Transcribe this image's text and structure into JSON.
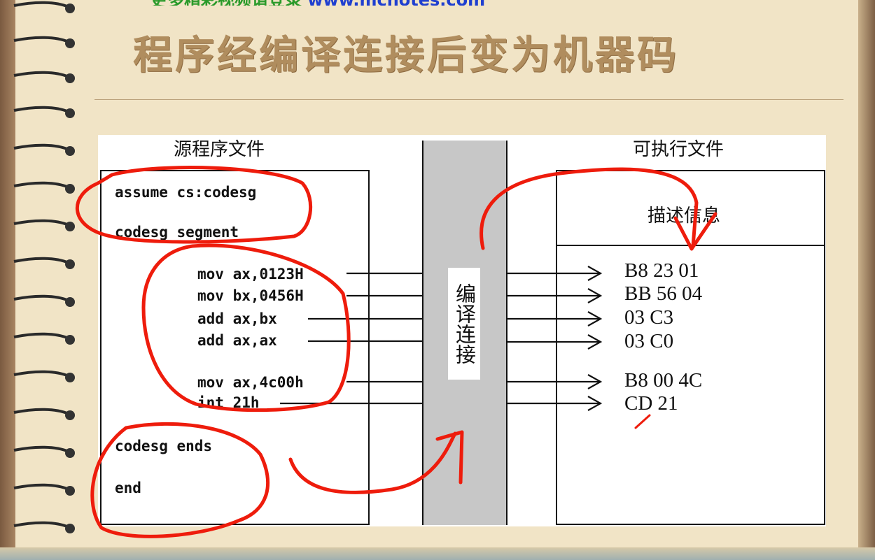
{
  "banner": {
    "text_green": "更多精彩视频请登录",
    "text_blue": "www.mcnotes.com"
  },
  "slide": {
    "title": "程序经编译连接后变为机器码"
  },
  "diagram": {
    "source_heading": "源程序文件",
    "exe_heading": "可执行文件",
    "exe_info_label": "描述信息",
    "link_label": "编译连接",
    "source_lines": [
      "assume cs:codesg",
      "codesg segment",
      "mov ax,0123H",
      "mov bx,0456H",
      "add ax,bx",
      "add ax,ax",
      "mov ax,4c00h",
      "int 21h",
      "codesg ends",
      "end"
    ],
    "machine_codes": [
      "B8 23 01",
      "BB 56 04",
      "03 C3",
      "03 C0",
      "B8 00 4C",
      "CD 21"
    ]
  },
  "colors": {
    "page": "#f1e4c6",
    "title": "#b08d5e",
    "annotation": "#ee1c0c",
    "bar": "#c7c7c7"
  }
}
